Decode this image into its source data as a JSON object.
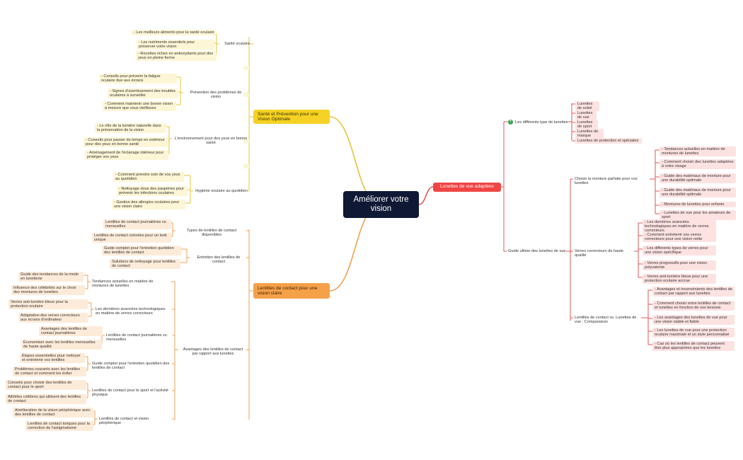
{
  "colors": {
    "root": "#0f1935",
    "yellow": "#f5d223",
    "orange": "#f5a14a",
    "red": "#f04545",
    "yellow_line": "#e7c43a",
    "orange_line": "#f0a050",
    "red_line": "#e65454"
  },
  "root": {
    "label": "Améliorer votre vision"
  },
  "yellow": {
    "label": "Santé et Prévention pour une Vision Optimale",
    "subs": [
      {
        "label": "Santé oculaire",
        "items": [
          "- Les meilleurs aliments pour la santé oculaire",
          "- Les nutriments essentiels pour préserver votre vision",
          "- Recettes riches en antioxydants pour des yeux en pleine forme"
        ]
      },
      {
        "label": "Prévention des problèmes de vision",
        "items": [
          "- Conseils pour prévenir la fatigue oculaire due aux écrans",
          "- Signes d'avertissement des troubles oculaires à surveiller",
          "- Comment maintenir une bonne vision à mesure que vous vieillissez"
        ]
      },
      {
        "label": "L'environnement pour des yeux en bonne santé",
        "items": [
          "- Le rôle de la lumière naturelle dans la préservation de la vision",
          "- Conseils pour passer du temps en extérieur pour des yeux en bonne santé",
          "- Aménagement de l'éclairage intérieur pour protéger vos yeux"
        ]
      },
      {
        "label": "Hygiène oculaire au quotidien",
        "items": [
          "- Comment prendre soin de vos yeux au quotidien",
          "- Nettoyage doux des paupières pour prévenir les infections oculaires",
          "- Gestion des allergies oculaires pour une vision claire"
        ]
      }
    ]
  },
  "orange": {
    "label": "Lentilles de contact pour une vision claire",
    "subs": [
      {
        "label": "Types de lentilles de contact disponibles",
        "items": [
          "Lentilles de contact journalières vs. mensuelles",
          "Lentilles de contact colorées pour un look unique"
        ]
      },
      {
        "label": "Entretien des lentilles de contact",
        "items": [
          "Guide complet pour l'entretien quotidien des lentilles de contact",
          "Solutions de nettoyage pour lentilles de contact"
        ]
      },
      {
        "label": "Avantages des lentilles de contact par rapport aux lunettes",
        "children": [
          {
            "label": "Tendances actuelles en matière de montures de lunettes",
            "items": [
              "Guide des tendances de la mode en lunetterie",
              "Influence des célébrités sur le choix des montures de lunettes"
            ]
          },
          {
            "label": "Les dernières avancées technologiques en matière de verres correcteurs",
            "items": [
              "Verres anti-lumière bleue pour la protection oculaire",
              "Adaptation des verres correcteurs aux écrans d'ordinateur"
            ]
          },
          {
            "label": "Lentilles de contact journalières vs. mensuelles",
            "items": [
              "Avantages des lentilles de contact journalières",
              "Économiser avec les lentilles mensuelles de haute qualité"
            ]
          },
          {
            "label": "Guide complet pour l'entretien quotidien des lentilles de contact",
            "items": [
              "Étapes essentielles pour nettoyer et entretenir vos lentilles",
              "Problèmes courants avec les lentilles de contact et comment les éviter"
            ]
          },
          {
            "label": "Lentilles de contact pour le sport et l'activité physique",
            "items": [
              "Conseils pour choisir des lentilles de contact pour le sport",
              "Athlètes célèbres qui utilisent des lentilles de contact"
            ]
          },
          {
            "label": "Lentilles de contact et vision périphérique",
            "items": [
              "Amélioration de la vision périphérique avec des lentilles de contact",
              "Lentilles de contact toriques pour la correction de l'astigmatisme"
            ]
          }
        ]
      }
    ]
  },
  "red": {
    "label": "Lunettes de vue adaptées",
    "subs": [
      {
        "label": "Les différents type de lunettes",
        "items": [
          "Lunettes de soleil",
          "Lunettes de vue",
          "Lunettes de sport",
          "Lunettes de marque",
          "Lunettes de protection et spéciales"
        ]
      },
      {
        "label": "Guide ultime des lunettes de vue",
        "children": [
          {
            "label": "Choisir la monture parfaite pour vos lunettes",
            "items": [
              "- Tendances actuelles en matière de montures de lunettes",
              "- Comment choisir des lunettes adaptées à votre visage",
              "- Guide des matériaux de monture pour une durabilité optimale",
              "- Guide des matériaux de monture pour une durabilité optimale",
              "- Montures de lunettes pour enfants",
              "- Lunettes de vue pour les amateurs de sport"
            ]
          },
          {
            "label": "Verres correcteurs de haute qualité",
            "items": [
              "- Les dernières avancées technologiques en matière de verres correcteurs",
              "- Comment entretenir vos verres correcteurs pour une vision nette",
              "- Les différents types de verres pour une vision spécifique",
              "- Verres progressifs pour une vision polyvalente",
              "- Verres anti-lumière bleue pour une protection oculaire accrue"
            ]
          },
          {
            "label": "Lentilles de contact vs. Lunettes de vue : Comparaison",
            "items": [
              "- Avantages et inconvénients des lentilles de contact par rapport aux lunettes",
              "- Comment choisir entre lentilles de contact et lunettes en fonction de vos besoins",
              "- Les avantages des lunettes de vue pour une vision stable et fiable",
              "- Les lunettes de vue pour une protection oculaire maximale et un style personnalisé",
              "- Cas où les lentilles de contact peuvent être plus appropriées que les lunettes"
            ]
          }
        ]
      }
    ]
  }
}
